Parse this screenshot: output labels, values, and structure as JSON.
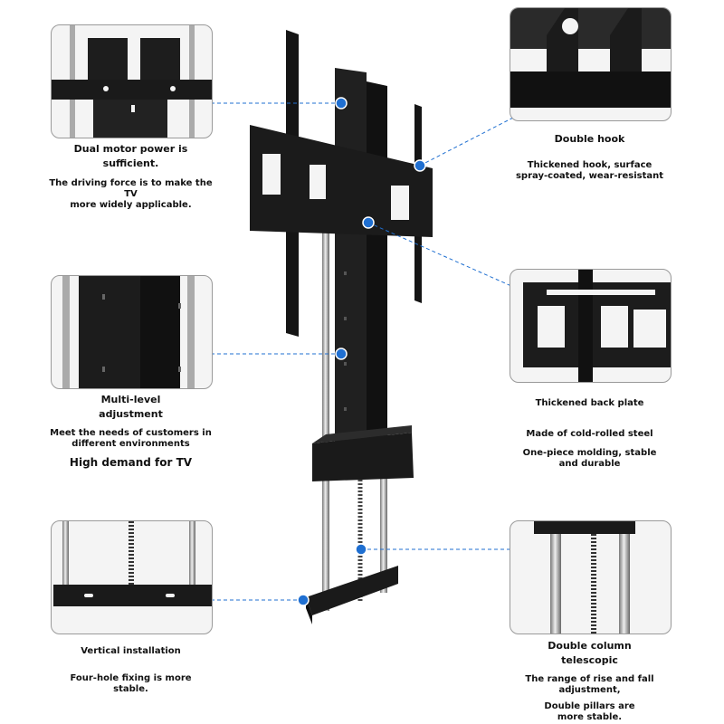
{
  "features": {
    "dual_motor": {
      "title": "Dual motor power is\nsufficient.",
      "desc": "The driving force is to make the TV\nmore widely applicable."
    },
    "double_hook": {
      "title": "Double hook",
      "desc": "Thickened hook, surface\nspray-coated, wear-resistant"
    },
    "multi_level": {
      "title": "Multi-level\nadjustment",
      "desc": "Meet the needs of customers in\ndifferent environments",
      "tagline": "High demand for TV"
    },
    "back_plate": {
      "title": "Thickened back plate",
      "desc1": "Made of cold-rolled steel",
      "desc2": "One-piece molding, stable\nand durable"
    },
    "vertical": {
      "title": "Vertical installation",
      "desc": "Four-hole fixing is more\nstable."
    },
    "double_column": {
      "title": "Double column\ntelescopic",
      "desc1": "The range of rise and fall\nadjustment,",
      "desc2": "Double pillars are\nmore stable."
    }
  },
  "colors": {
    "accent": "#1f6fd1",
    "steel": "#1a1a1a",
    "chrome": "#b8b8b8"
  }
}
